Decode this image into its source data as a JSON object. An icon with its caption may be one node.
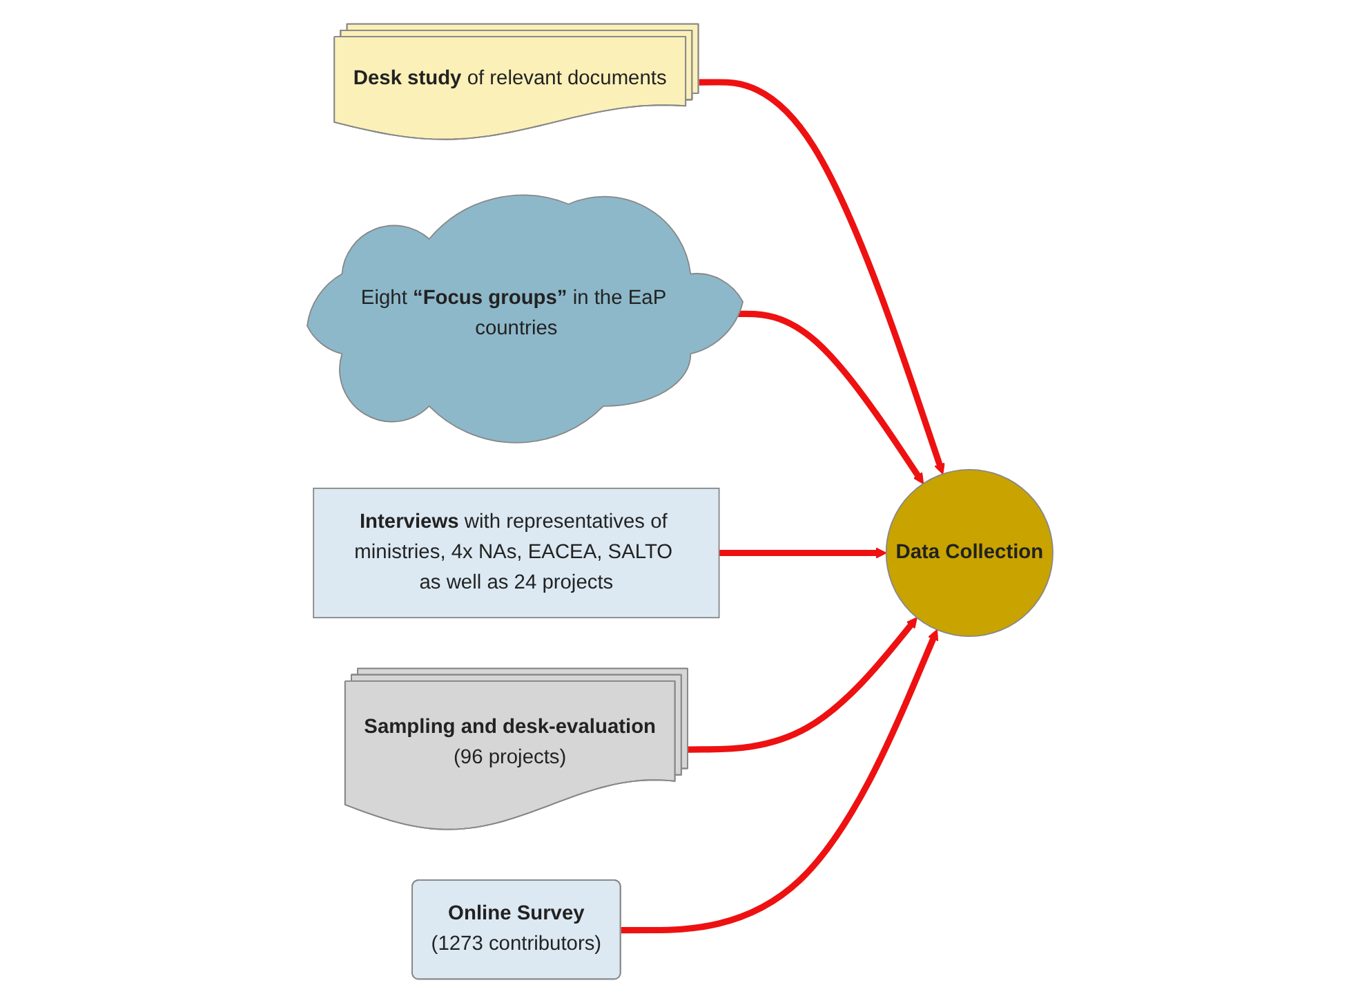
{
  "diagram": {
    "nodes": [
      {
        "text": [
          "**Desk study** of relevant documents"
        ]
      },
      {
        "text": [
          "Eight **“Focus groups”** in the EaP countries"
        ]
      },
      {
        "text": [
          "**Interviews** with representatives of ministries, 4x NAs, EACEA, SALTO as well as 24 projects"
        ]
      },
      {
        "text": [
          "Data Collection"
        ]
      },
      {
        "text": [
          "Sampling and desk-evaluation",
          "(96 projects)"
        ]
      },
      {
        "text": [
          "Online Survey",
          "(1273 contributors)"
        ]
      }
    ],
    "edges": [
      {
        "from": 0,
        "to": 3,
        "arrow": "to"
      },
      {
        "from": 1,
        "to": 3,
        "arrow": "to"
      },
      {
        "from": 2,
        "to": 3,
        "arrow": "to"
      },
      {
        "from": 4,
        "to": 3,
        "arrow": "to"
      },
      {
        "from": 5,
        "to": 3,
        "arrow": "to"
      }
    ]
  }
}
